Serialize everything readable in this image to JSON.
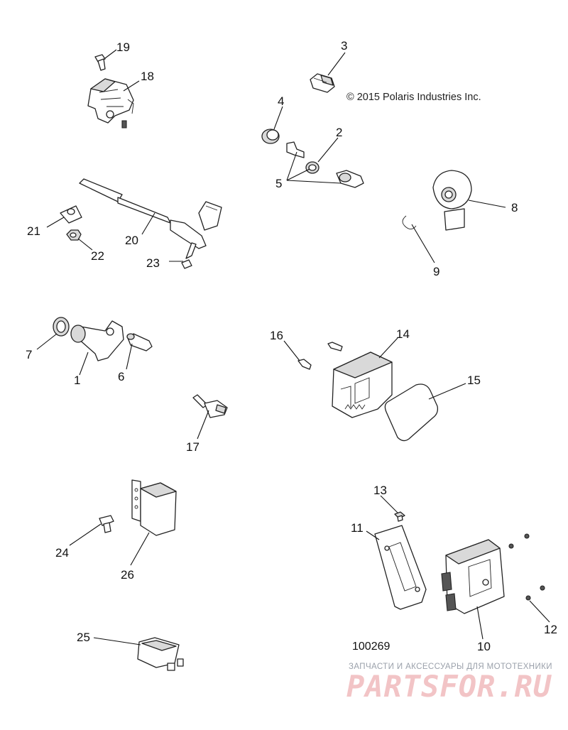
{
  "copyright": "© 2015 Polaris Industries Inc.",
  "drawing_number": "100269",
  "watermark": {
    "tagline": "ЗАПЧАСТИ И АКСЕССУАРЫ ДЛЯ МОТОТЕХНИКИ",
    "logo": "PARTSFOR.RU"
  },
  "callouts": [
    "1",
    "2",
    "3",
    "4",
    "5",
    "6",
    "7",
    "8",
    "9",
    "10",
    "11",
    "12",
    "13",
    "14",
    "15",
    "16",
    "17",
    "18",
    "19",
    "20",
    "21",
    "22",
    "23",
    "24",
    "25",
    "26"
  ]
}
